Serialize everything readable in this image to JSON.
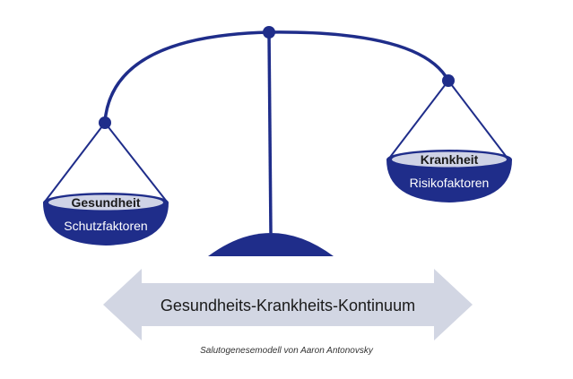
{
  "colors": {
    "scale_blue": "#1f2d8a",
    "pan_rim": "#cfd3e6",
    "arrow_fill": "#d2d6e3",
    "label_dark": "#1a1a1a",
    "label_light": "#ffffff"
  },
  "left_pan": {
    "title": "Gesundheit",
    "subtitle": "Schutzfaktoren"
  },
  "right_pan": {
    "title": "Krankheit",
    "subtitle": "Risikofaktoren"
  },
  "arrow": {
    "label": "Gesundheits-Krankheits-Kontinuum"
  },
  "caption": "Salutogenesemodell  von Aaron Antonovsky"
}
